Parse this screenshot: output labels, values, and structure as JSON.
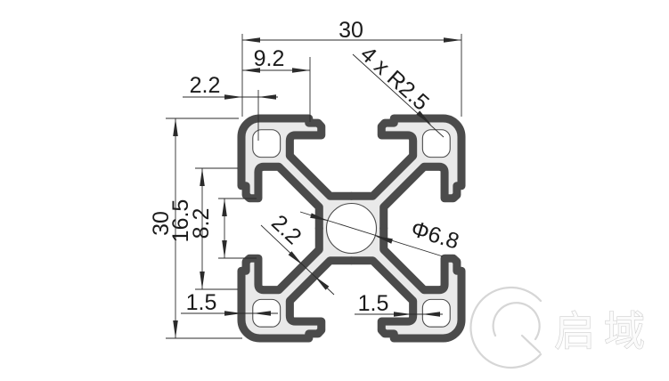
{
  "drawing": {
    "type": "aluminium-extrusion-profile-cross-section",
    "dimensions": {
      "overall_width": "30",
      "overall_height": "30",
      "corner_block_offset": "9.2",
      "top_wall_thickness": "2.2",
      "corner_radius_note": "4 x R2.5",
      "slot_cavity_width": "16.5",
      "slot_opening": "8.2",
      "web_thickness": "2.2",
      "center_hole_diameter": "Φ6.8",
      "bottom_left_wall": "1.5",
      "bottom_center_wall": "1.5"
    },
    "watermark": {
      "text": "启域"
    },
    "colors": {
      "profile_fill": "#e9e9e9",
      "profile_line": "#4b4b4b",
      "dimension_line": "#2b2b2b",
      "dimension_text": "#1b1b1b",
      "watermark_gray": "#d6d6d6",
      "background": "#ffffff"
    }
  }
}
